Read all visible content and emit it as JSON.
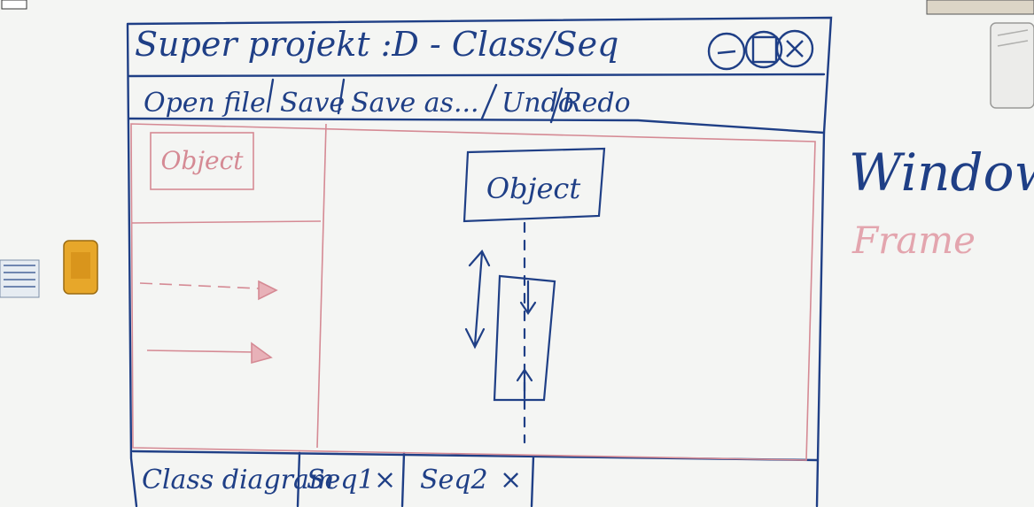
{
  "window": {
    "title": "Super projekt :D - Class/Seq",
    "controls": [
      "minimize-icon",
      "maximize-icon",
      "close-icon"
    ]
  },
  "menu": {
    "items": [
      "Open file",
      "Save",
      "Save as...",
      "Undo",
      "Redo"
    ]
  },
  "palette": {
    "object_label": "Object"
  },
  "canvas": {
    "object_label": "Object"
  },
  "tabs": [
    {
      "label": "Class diagram"
    },
    {
      "label": "Seq1",
      "close": "×"
    },
    {
      "label": "Seq2",
      "close": "×"
    }
  ],
  "legend": {
    "window": "Window",
    "frame": "Frame"
  },
  "colors": {
    "window_ink": "#1f3f86",
    "frame_ink": "#d58a94",
    "board": "#f4f5f3"
  }
}
